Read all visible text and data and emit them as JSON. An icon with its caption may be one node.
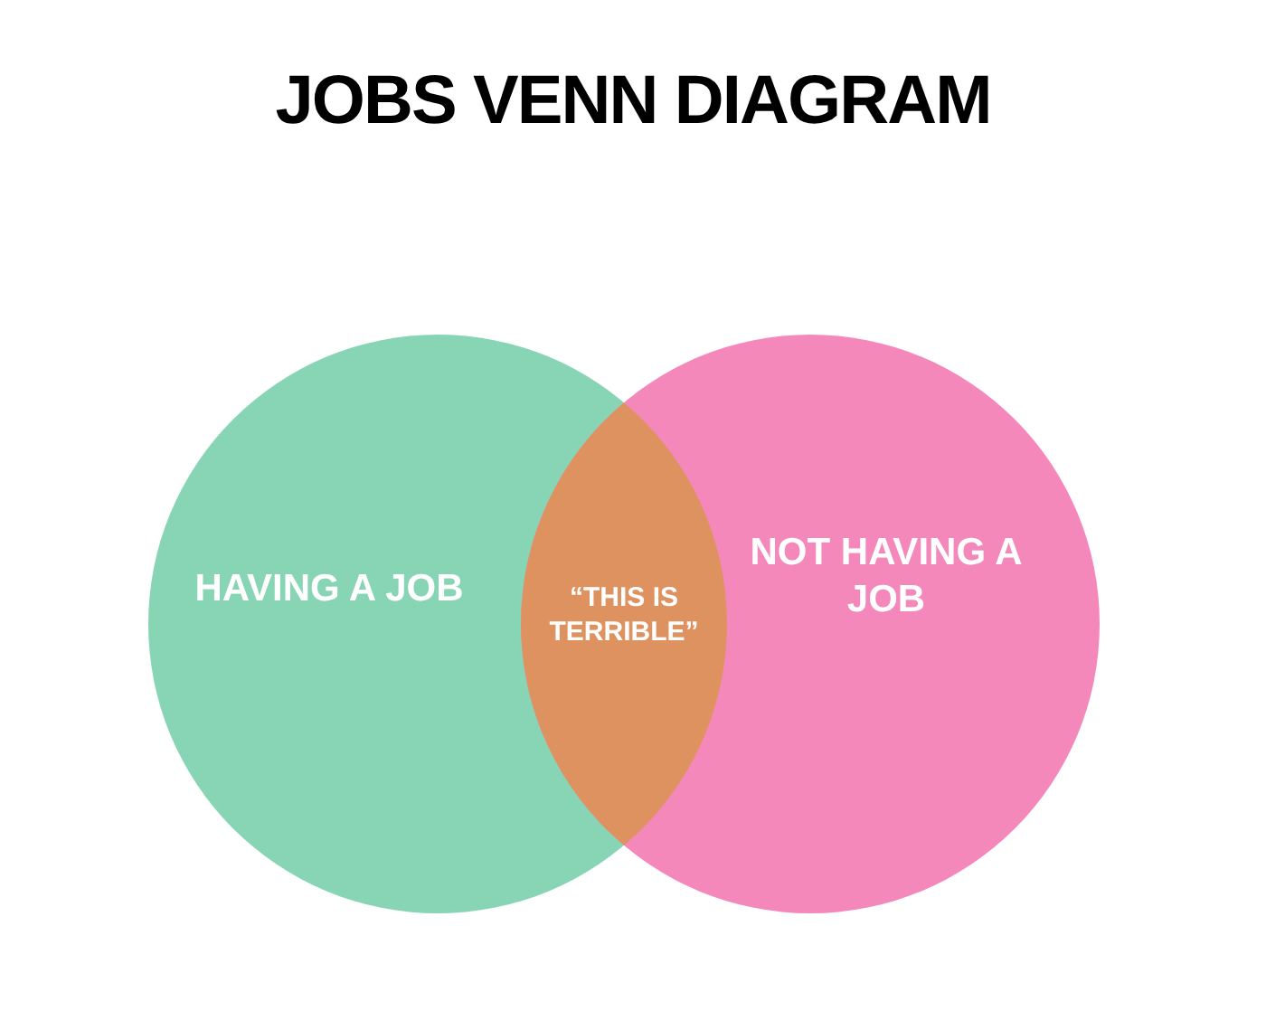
{
  "diagram": {
    "title": "JOBS VENN DIAGRAM",
    "nodes": [
      {
        "text": [
          "HAVING A JOB"
        ]
      },
      {
        "text": [
          "NOT HAVING A JOB"
        ]
      },
      {
        "text": [
          "“THIS IS TERRIBLE”"
        ]
      }
    ]
  }
}
